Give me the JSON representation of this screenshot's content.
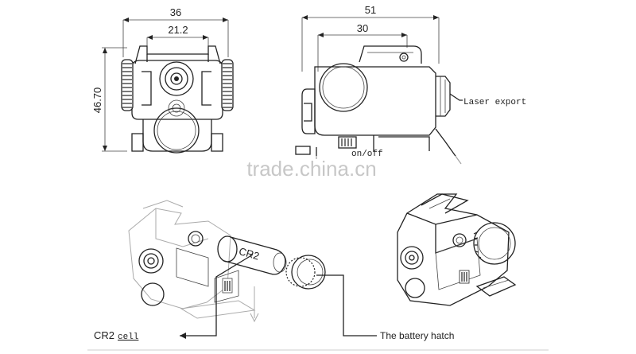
{
  "dimensions": {
    "front_width": "36",
    "front_inner_width": "21.2",
    "front_height": "46.70",
    "side_width": "51",
    "side_inner_width": "30"
  },
  "callouts": {
    "laser_export": "Laser export",
    "side_partial": "on/off",
    "cr2_label": "CR2",
    "cr2_cell_caption": "CR2",
    "cr2_cell_caption_mono": "cell",
    "battery_hatch": "The battery hatch"
  },
  "watermark": "trade.china.cn"
}
